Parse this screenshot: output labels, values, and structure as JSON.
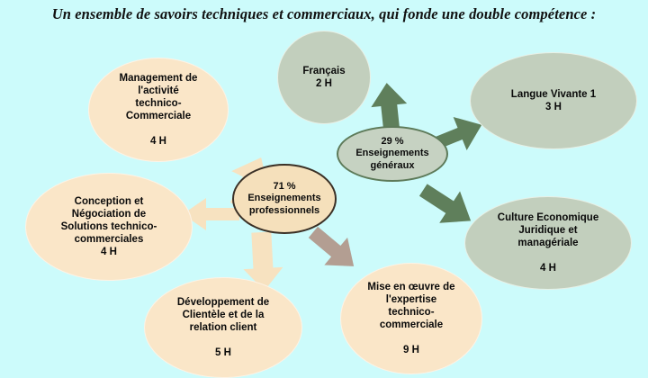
{
  "page": {
    "background_color": "#ccfbfb",
    "title": "Un ensemble de savoirs techniques et commerciaux, qui fonde une double compétence :"
  },
  "palette": {
    "background": "#ccfbfb",
    "beige_node_fill": "#fae6c8",
    "green_node_fill": "#c2cfbd",
    "beige_hub_fill": "#f5e0bb",
    "beige_hub_border": "#3a3026",
    "green_hub_fill": "#c6d2c2",
    "green_hub_border": "#5d7a59",
    "beige_arrow": "#f7e2c0",
    "green_arrow": "#5f7f5b",
    "taupe_arrow": "#b39e92",
    "text": "#0a0a0a"
  },
  "hubs": [
    {
      "id": "hub-professionnels",
      "percent": "71 %",
      "line2": "Enseignements",
      "line3": "professionnels",
      "label": "71 %\nEnseignements\nprofessionnels"
    },
    {
      "id": "hub-generaux",
      "percent": "29 %",
      "line2": "Enseignements",
      "line3": "généraux",
      "label": "29 %\nEnseignements\ngénéraux"
    }
  ],
  "nodes": [
    {
      "id": "node-francais",
      "group": "general",
      "name": "Français",
      "hours": "2 H",
      "label": "Français\n2 H"
    },
    {
      "id": "node-langue-vivante",
      "group": "general",
      "name": "Langue Vivante 1",
      "hours": "3 H",
      "label": "Langue Vivante 1\n3 H"
    },
    {
      "id": "node-culture-economique",
      "group": "general",
      "name": "Culture Economique Juridique et managériale",
      "hours": "4 H",
      "label": "Culture Economique\nJuridique et\nmanagériale\n\n4 H"
    },
    {
      "id": "node-management",
      "group": "professionnel",
      "name": "Management de l'activité technico-Commerciale",
      "hours": "4 H",
      "label": "Management de\nl'activité\ntechnico-\nCommerciale\n\n4 H"
    },
    {
      "id": "node-conception",
      "group": "professionnel",
      "name": "Conception et Négociation de Solutions technico-commerciales",
      "hours": "4 H",
      "label": "Conception et\nNégociation de\nSolutions technico-\ncommerciales\n4 H"
    },
    {
      "id": "node-developpement",
      "group": "professionnel",
      "name": "Développement de Clientèle et de la relation client",
      "hours": "5 H",
      "label": "Développement de\nClientèle et de la\nrelation client\n\n5 H"
    },
    {
      "id": "node-mise-en-oeuvre",
      "group": "professionnel",
      "name": "Mise en œuvre de l'expertise technico-commerciale",
      "hours": "9 H",
      "label": "Mise en œuvre de\nl'expertise\ntechnico-\ncommerciale\n\n9 H"
    }
  ],
  "arrows": [
    {
      "id": "arrow-generaux-to-francais",
      "color": "#5f7f5b",
      "direction": "up-left"
    },
    {
      "id": "arrow-generaux-to-langue-vivante",
      "color": "#5f7f5b",
      "direction": "up-right"
    },
    {
      "id": "arrow-generaux-to-culture-economique",
      "color": "#5f7f5b",
      "direction": "down-right"
    },
    {
      "id": "arrow-professionnels-to-management",
      "color": "#f7e2c0",
      "direction": "up-left"
    },
    {
      "id": "arrow-professionnels-to-conception",
      "color": "#f7e2c0",
      "direction": "left"
    },
    {
      "id": "arrow-professionnels-to-developpement",
      "color": "#f7e2c0",
      "direction": "down"
    },
    {
      "id": "arrow-professionnels-to-mise-en-oeuvre",
      "color": "#b39e92",
      "direction": "down-right"
    }
  ]
}
